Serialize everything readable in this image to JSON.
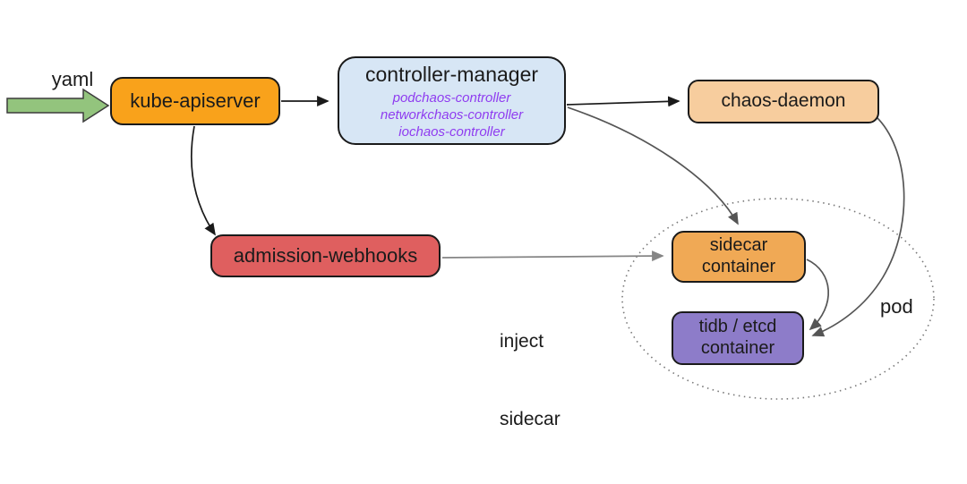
{
  "labels": {
    "yaml": "yaml",
    "inject_sidecar": {
      "line1": "inject",
      "line2": "sidecar"
    },
    "pod": "pod"
  },
  "nodes": {
    "kube_apiserver": {
      "label": "kube-apiserver",
      "fill": "#f9a21b"
    },
    "controller_manager": {
      "label": "controller-manager",
      "fill": "#d7e6f5",
      "controllers": [
        "podchaos-controller",
        "networkchaos-controller",
        "iochaos-controller"
      ],
      "controllers_color": "#8f3cf0"
    },
    "chaos_daemon": {
      "label": "chaos-daemon",
      "fill": "#f7cd9e"
    },
    "admission_webhooks": {
      "label": "admission-webhooks",
      "fill": "#df5f5f"
    },
    "sidecar_container": {
      "line1": "sidecar",
      "line2": "container",
      "fill": "#f0a955"
    },
    "tidb_etcd_container": {
      "line1": "tidb / etcd",
      "line2": "container",
      "fill": "#8d7cc9"
    }
  },
  "edges": [
    {
      "from": "yaml",
      "to": "kube-apiserver"
    },
    {
      "from": "kube-apiserver",
      "to": "controller-manager"
    },
    {
      "from": "kube-apiserver",
      "to": "admission-webhooks"
    },
    {
      "from": "controller-manager",
      "to": "chaos-daemon"
    },
    {
      "from": "controller-manager",
      "to": "sidecar-container"
    },
    {
      "from": "chaos-daemon",
      "to": "tidb-etcd-container"
    },
    {
      "from": "sidecar-container",
      "to": "tidb-etcd-container"
    },
    {
      "from": "admission-webhooks",
      "to": "sidecar-container",
      "label": "inject sidecar"
    }
  ],
  "colors": {
    "yaml_arrow_fill": "#93c47d",
    "edge_dark": "#1a1a1a",
    "edge_gray": "#555555",
    "edge_light": "#858585",
    "pod_outline": "#777777"
  }
}
